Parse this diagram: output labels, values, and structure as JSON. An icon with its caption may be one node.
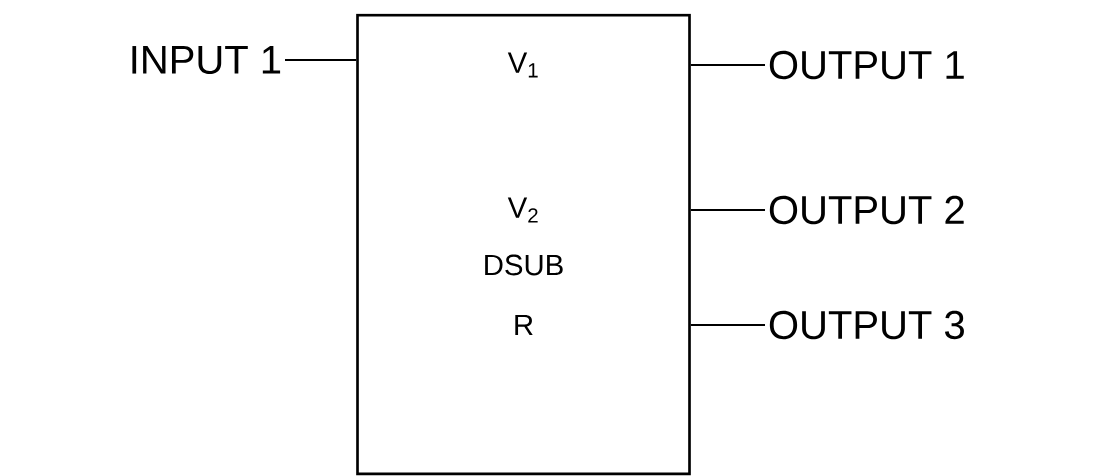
{
  "diagram": {
    "nodes": [
      {
        "text": [
          "V$_{1}$",
          "V$_{2}$",
          "DSUB",
          "R"
        ]
      },
      {
        "text": [
          "INPUT 1"
        ]
      },
      {
        "text": [
          "OUTPUT 1"
        ]
      },
      {
        "text": [
          "OUTPUT 2"
        ]
      },
      {
        "text": [
          "OUTPUT 3"
        ]
      }
    ],
    "edges": [
      {
        "from": 1,
        "to": 0,
        "arrow": "none"
      },
      {
        "from": 0,
        "to": 2,
        "arrow": "none"
      },
      {
        "from": 0,
        "to": 3,
        "arrow": "none"
      },
      {
        "from": 0,
        "to": 4,
        "arrow": "none"
      }
    ]
  }
}
